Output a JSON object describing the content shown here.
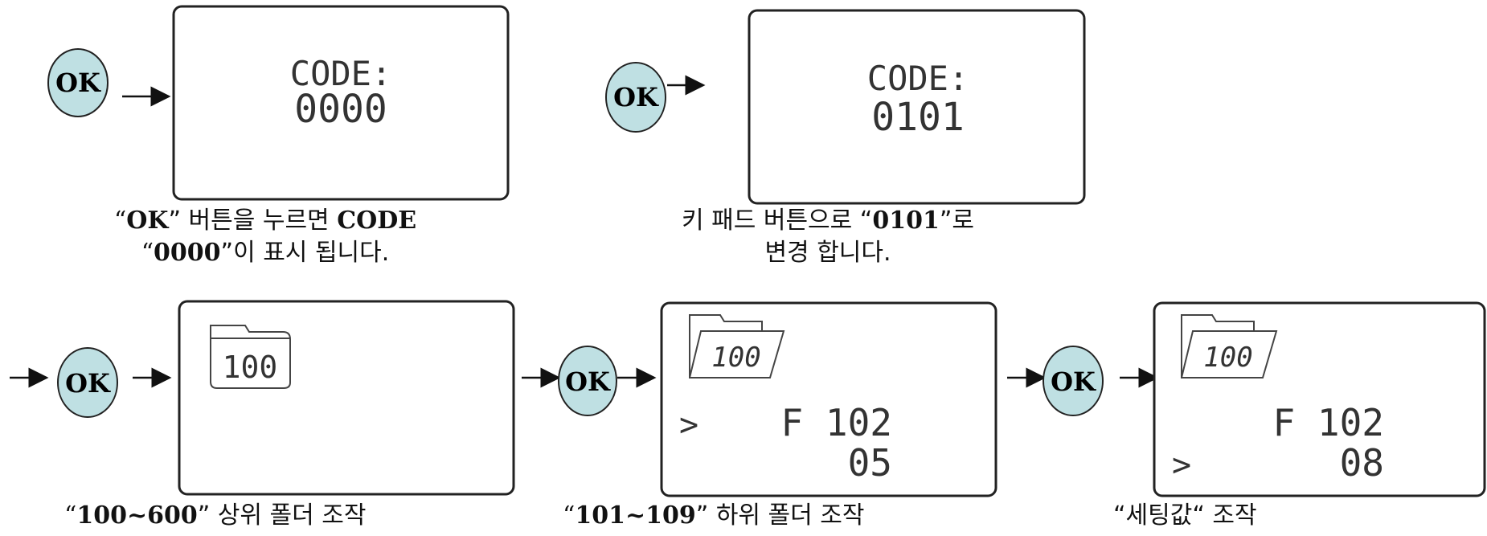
{
  "colors": {
    "ok_fill": "#bfe0e3",
    "stroke": "#222222",
    "lcd_text": "#333333"
  },
  "ok_label": "OK",
  "screens": {
    "s1": {
      "code_label": "CODE:",
      "code_value": "0000"
    },
    "s2": {
      "code_label": "CODE:",
      "code_value": "0101"
    },
    "s3": {
      "folder_label": "100"
    },
    "s4": {
      "folder_label": "100",
      "marker": ">",
      "file_label": "F 102",
      "value": "05"
    },
    "s5": {
      "folder_label": "100",
      "marker": ">",
      "file_label": "F 102",
      "value": "08"
    }
  },
  "captions": {
    "c1": {
      "q1": "“",
      "bold1": "OK",
      "t1": "” 버튼을 누르면 ",
      "bold2": "CODE",
      "q2": "“",
      "bold3": "0000",
      "t2": "”이 표시 됩니다."
    },
    "c2": {
      "t1": "키 패드 버튼으로 “",
      "bold1": "0101",
      "t2": "”로",
      "line2": "변경 합니다."
    },
    "c3": {
      "q1": "“",
      "bold1": "100~600",
      "t1": "” 상위 폴더 조작"
    },
    "c4": {
      "q1": "“",
      "bold1": "101~109",
      "t1": "” 하위 폴더 조작"
    },
    "c5": {
      "t1": "“세팅값“ 조작"
    }
  }
}
